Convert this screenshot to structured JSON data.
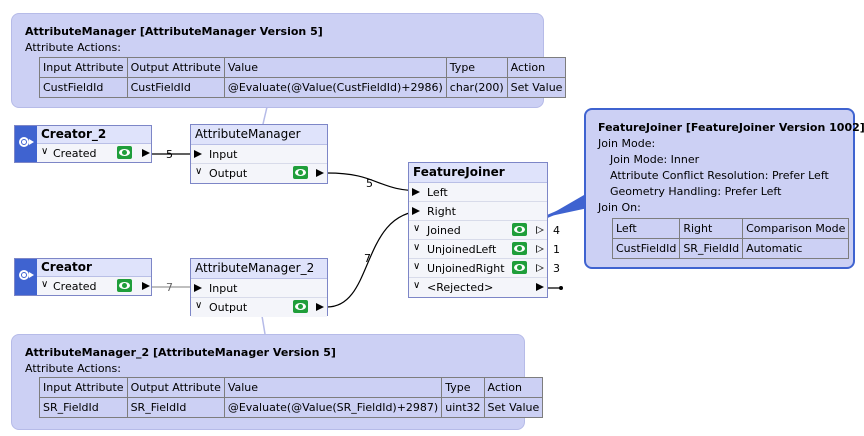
{
  "annotation_top": {
    "title": "AttributeManager [AttributeManager Version 5]",
    "subtitle": "Attribute Actions:",
    "headers": [
      "Input Attribute",
      "Output Attribute",
      "Value",
      "Type",
      "Action"
    ],
    "row": [
      "CustFieldId",
      "CustFieldId",
      "@Evaluate(@Value(CustFieldId)+2986)",
      "char(200)",
      "Set Value"
    ]
  },
  "annotation_bottom": {
    "title": "AttributeManager_2 [AttributeManager Version 5]",
    "subtitle": "Attribute Actions:",
    "headers": [
      "Input Attribute",
      "Output Attribute",
      "Value",
      "Type",
      "Action"
    ],
    "row": [
      "SR_FieldId",
      "SR_FieldId",
      "@Evaluate(@Value(SR_FieldId)+2987)",
      "uint32",
      "Set Value"
    ]
  },
  "annotation_joiner": {
    "title": "FeatureJoiner [FeatureJoiner Version 1002]",
    "join_mode_label": "Join Mode:",
    "join_mode": "Join Mode: Inner",
    "conflict": "Attribute Conflict Resolution: Prefer Left",
    "geometry": "Geometry Handling: Prefer Left",
    "join_on_label": "Join On:",
    "headers": [
      "Left",
      "Right",
      "Comparison Mode"
    ],
    "row": [
      "CustFieldId",
      "SR_FieldId",
      "Automatic"
    ]
  },
  "creator_2": {
    "name": "Creator_2",
    "port": "Created"
  },
  "creator": {
    "name": "Creator",
    "port": "Created"
  },
  "attribute_manager": {
    "name": "AttributeManager",
    "input": "Input",
    "output": "Output"
  },
  "attribute_manager_2": {
    "name": "AttributeManager_2",
    "input": "Input",
    "output": "Output"
  },
  "feature_joiner": {
    "name": "FeatureJoiner",
    "left": "Left",
    "right": "Right",
    "joined": "Joined",
    "unjoined_left": "UnjoinedLeft",
    "unjoined_right": "UnjoinedRight",
    "rejected": "<Rejected>"
  },
  "counts": {
    "creator2_to_am": "5",
    "am_to_joiner": "5",
    "creator_to_am2": "7",
    "am2_to_joiner": "7",
    "joined": "4",
    "unjoined_left": "1",
    "unjoined_right": "3"
  },
  "colors": {
    "accent": "#3f63d0",
    "annotation_bg": "#ccd0f4",
    "eye": "#1f9e3a",
    "node_header": "#dfe3fb"
  }
}
